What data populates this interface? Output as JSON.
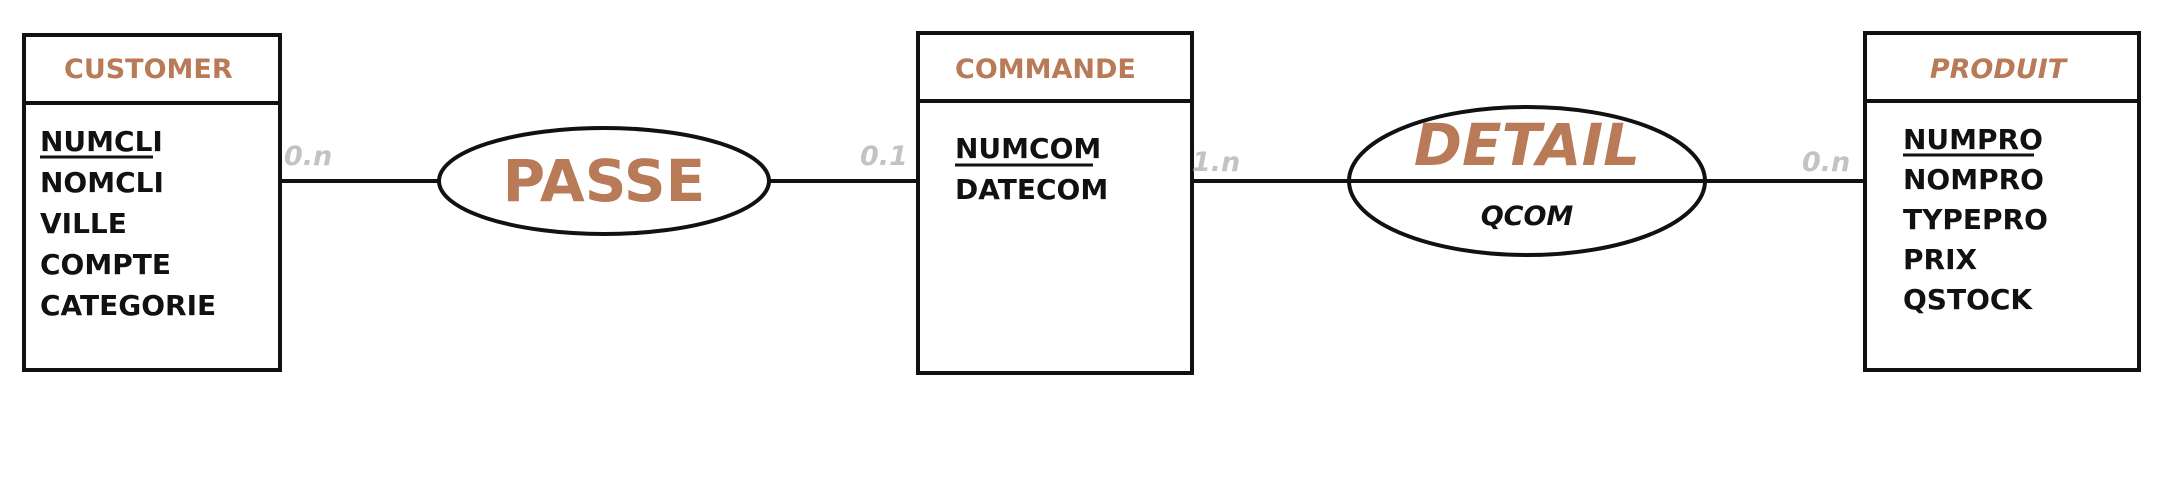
{
  "entities": {
    "customer": {
      "title": "CUSTOMER",
      "attributes": [
        "NUMCLI",
        "NOMCLI",
        "VILLE",
        "COMPTE",
        "CATEGORIE"
      ],
      "key": "NUMCLI"
    },
    "commande": {
      "title": "COMMANDE",
      "attributes": [
        "NUMCOM",
        "DATECOM"
      ],
      "key": "NUMCOM"
    },
    "produit": {
      "title": "PRODUIT",
      "attributes": [
        "NUMPRO",
        "NOMPRO",
        "TYPEPRO",
        "PRIX",
        "QSTOCK"
      ],
      "key": "NUMPRO"
    }
  },
  "relations": {
    "passe": {
      "name": "PASSE"
    },
    "detail": {
      "name": "DETAIL",
      "attribute": "QCOM"
    }
  },
  "cardinalities": {
    "customer_passe": "0.n",
    "commande_passe": "0.1",
    "commande_detail": "1.n",
    "produit_detail": "0.n"
  },
  "colors": {
    "title": "#b97a57",
    "cardinality": "#c3c3c3",
    "line": "#111111"
  }
}
